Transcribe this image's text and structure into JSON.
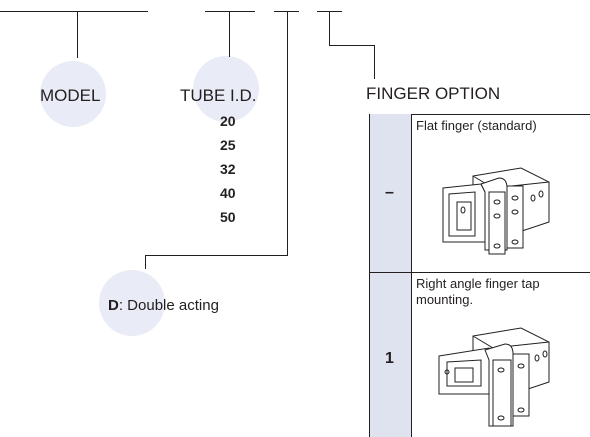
{
  "labels": {
    "model": "MODEL",
    "tube_id": "TUBE I.D.",
    "finger_option": "FINGER OPTION"
  },
  "tube_sizes": [
    "20",
    "25",
    "32",
    "40",
    "50"
  ],
  "action": {
    "code": "D",
    "separator": ":",
    "text": " Double acting"
  },
  "finger_options": [
    {
      "code": "–",
      "description": "Flat finger (standard)"
    },
    {
      "code": "1",
      "description": "Right angle finger tap mounting."
    }
  ],
  "colors": {
    "circle_fill": "#e9ecf6",
    "code_cell_fill": "#dfe2ef",
    "line": "#231f20"
  }
}
